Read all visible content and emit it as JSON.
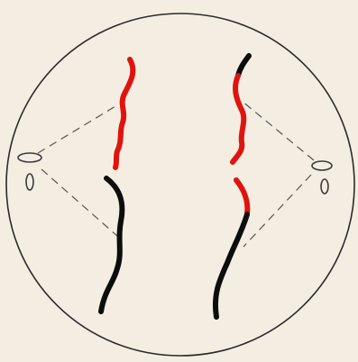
{
  "diagram": {
    "colors": {
      "background": "#f4eee2",
      "cell_outline": "#2b2b2b",
      "spindle_fiber": "#555555",
      "chromosome_red": "#e0130f",
      "chromosome_black": "#0d0d0d",
      "centriole": "#3a3a3a"
    },
    "elements": [
      {
        "name": "cell-membrane",
        "kind": "cell boundary"
      },
      {
        "name": "centriole-pair-left",
        "kind": "centrioles at left pole"
      },
      {
        "name": "centriole-pair-right",
        "kind": "centrioles at right pole"
      },
      {
        "name": "chromosome-left",
        "segments": [
          "red",
          "black"
        ]
      },
      {
        "name": "chromosome-right",
        "segments": [
          "black",
          "red",
          "red",
          "black"
        ]
      },
      {
        "name": "spindle-fibers",
        "style": "dashed"
      }
    ]
  }
}
